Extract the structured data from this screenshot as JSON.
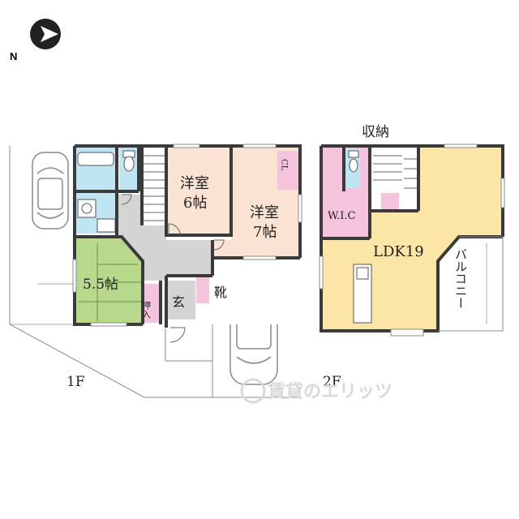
{
  "compass": {
    "north_label": "N"
  },
  "floor1": {
    "label": "1F",
    "rooms": {
      "western_room_a": {
        "line1": "洋室",
        "line2": "6帖"
      },
      "western_room_b": {
        "line1": "洋室",
        "line2": "7帖"
      },
      "tatami": "5.5帖",
      "closet_oshiire": "押入",
      "closet_cl": "CL",
      "entrance": "玄",
      "shoe_storage": "靴"
    }
  },
  "floor2": {
    "label": "2F",
    "storage_label": "収納",
    "rooms": {
      "wic": "W.I.C",
      "ldk": "LDK19",
      "balcony": "バルコニー"
    }
  },
  "watermark": "賃貸のエリッツ",
  "colors": {
    "wall": "#3a3a3a",
    "western": "#fbe3d3",
    "tatami": "#b8d88c",
    "hall": "#d4d4d4",
    "wet": "#bfe4f2",
    "storage": "#f5c3dc",
    "ldk": "#fbe6a8"
  }
}
